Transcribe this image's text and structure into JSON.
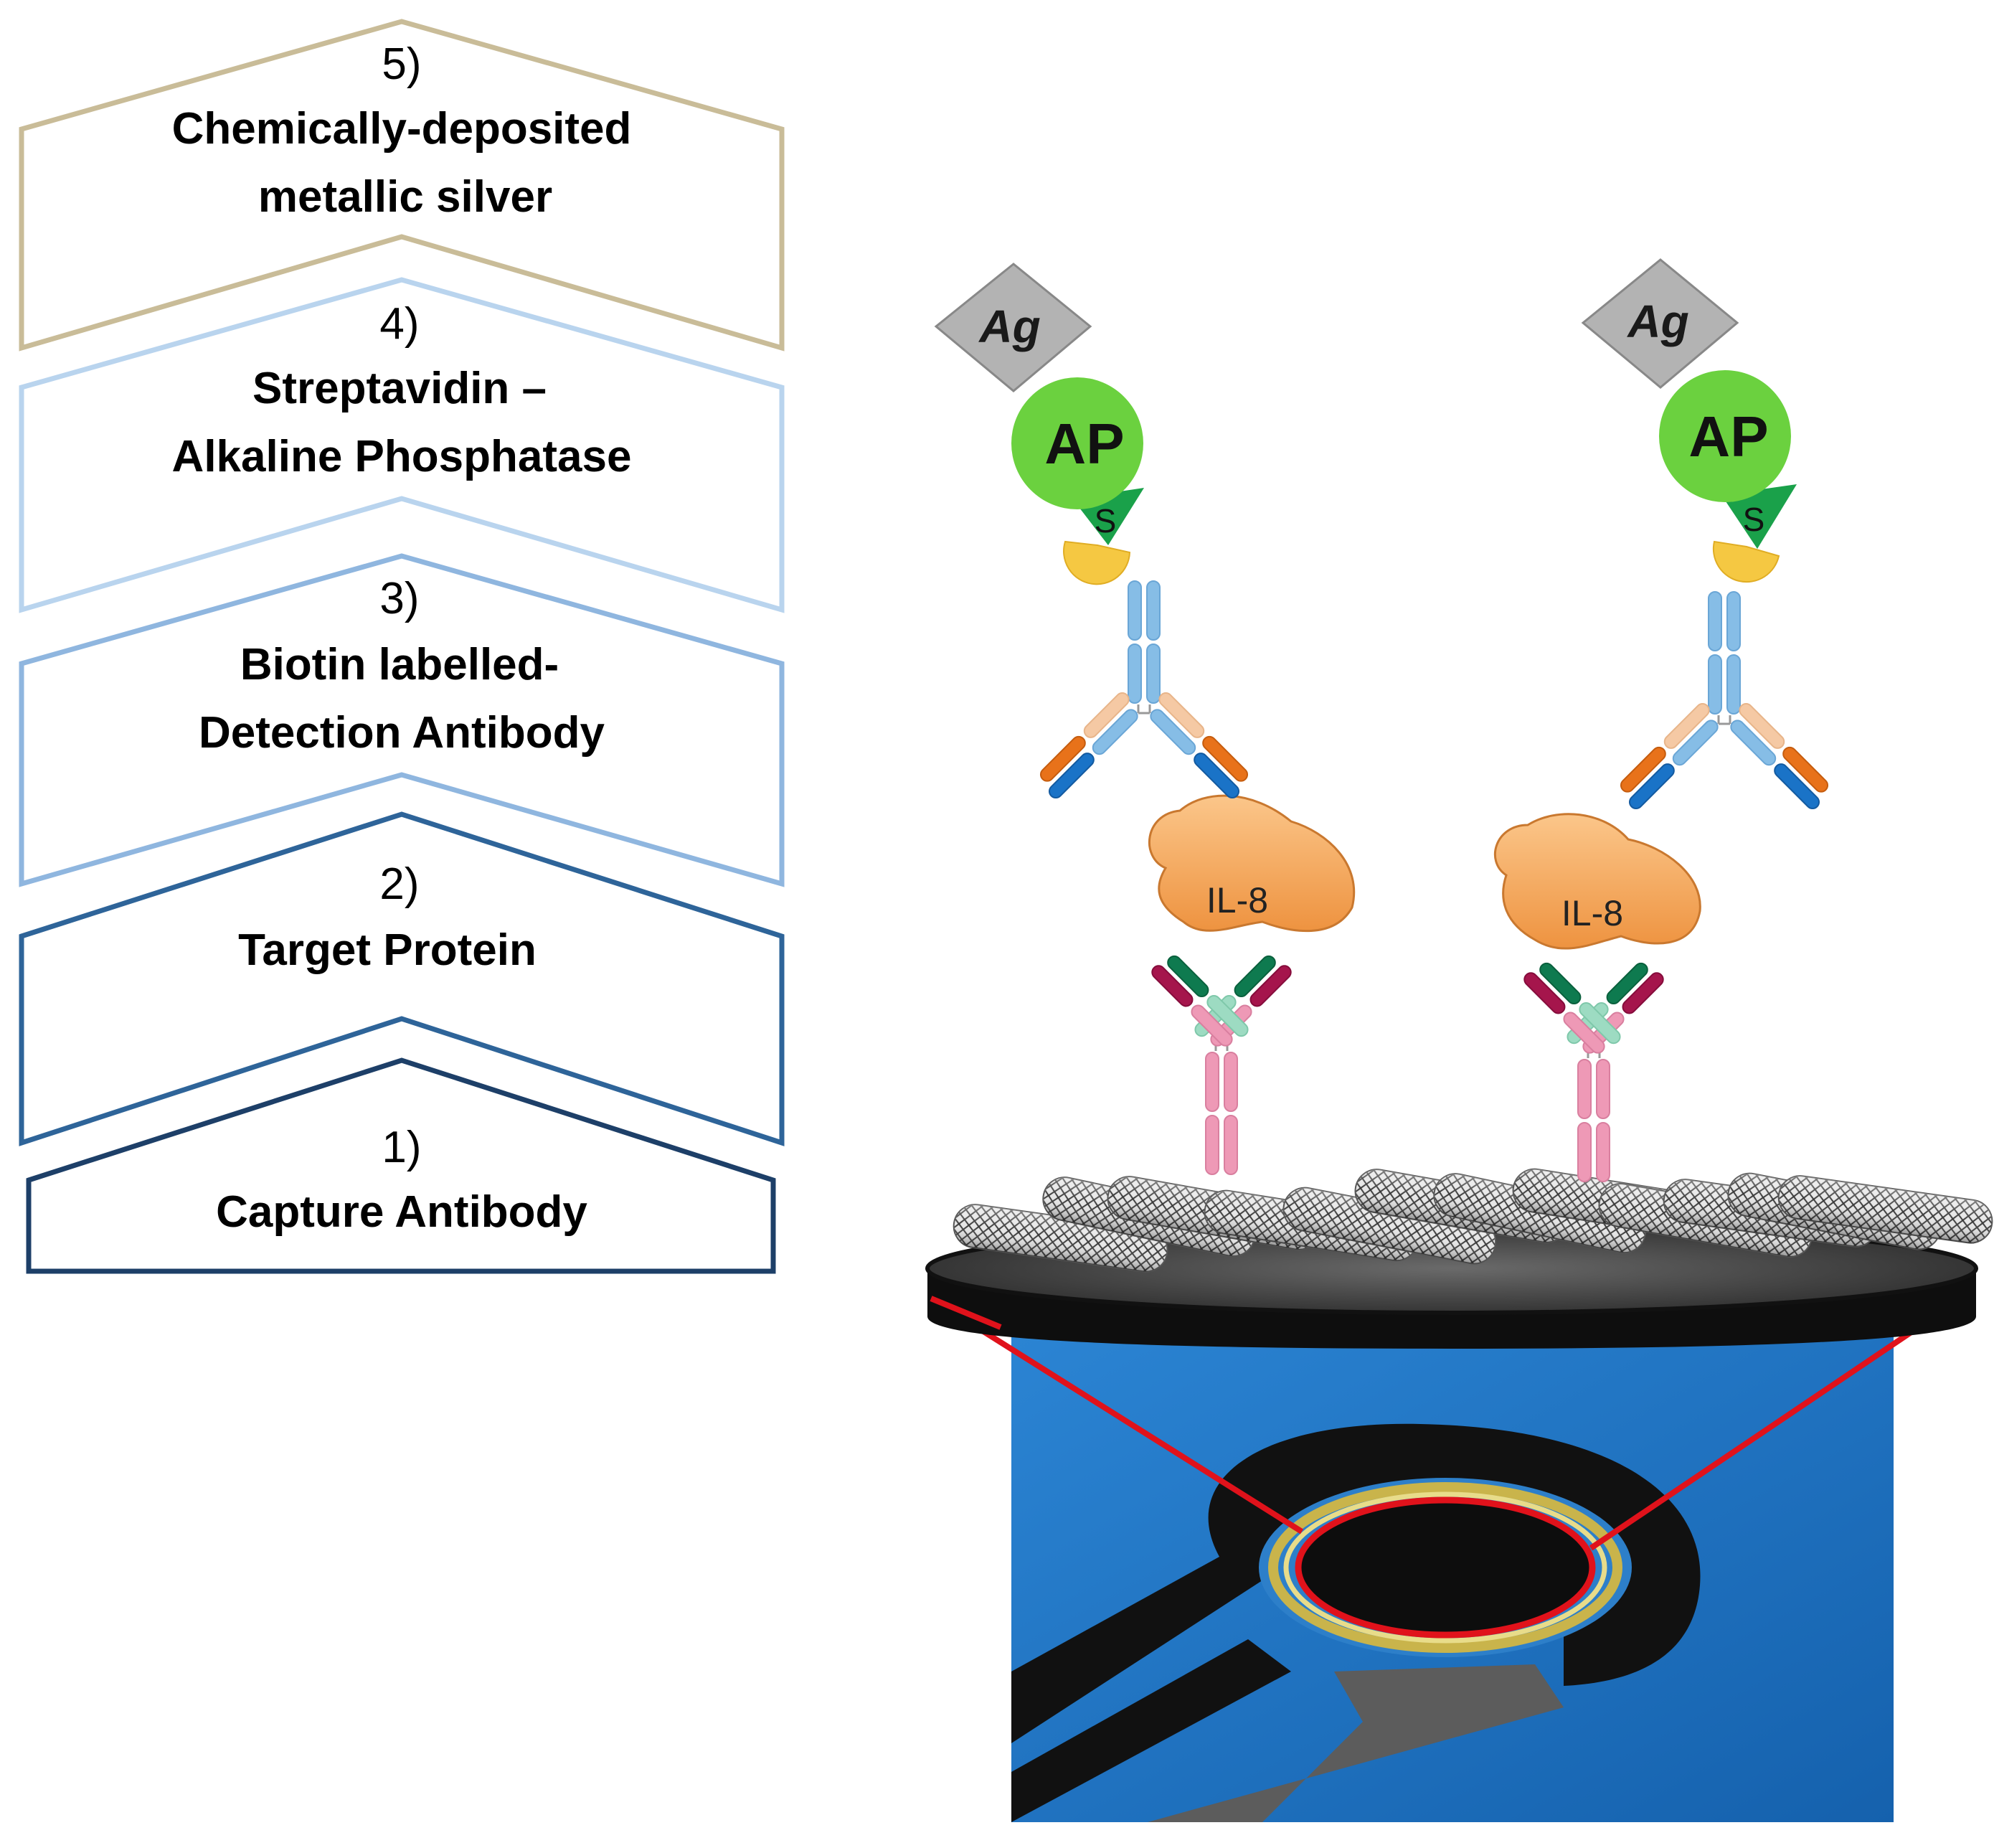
{
  "steps": [
    {
      "num": "5)",
      "line1": "Chemically-deposited",
      "line2": "metallic silver",
      "color": "#c9bc98"
    },
    {
      "num": "4)",
      "line1": "Streptavidin –",
      "line2": "Alkaline Phosphatase",
      "color": "#b9d4ee"
    },
    {
      "num": "3)",
      "line1": "Biotin labelled-",
      "line2": "Detection Antibody",
      "color": "#8fb6df"
    },
    {
      "num": "2)",
      "line1": "Target Protein",
      "line2": "",
      "color": "#2e6499"
    },
    {
      "num": "1)",
      "line1": "Capture Antibody",
      "line2": "",
      "color": "#1d3f68"
    }
  ],
  "complexes": [
    {
      "ag_label": "Ag",
      "ap_label": "AP",
      "s_label": "S",
      "protein_label": "IL-8"
    },
    {
      "ag_label": "Ag",
      "ap_label": "AP",
      "s_label": "S",
      "protein_label": "IL-8"
    }
  ],
  "colors": {
    "silver": "#b3b3b3",
    "alkaline_phosphatase": "#6bd13f",
    "streptavidin": "#1aa14a",
    "biotin": "#f5c842",
    "il8": "#f3a14f",
    "electrode_background": "#1f73c3",
    "zoom_lines": "#e0121b"
  }
}
